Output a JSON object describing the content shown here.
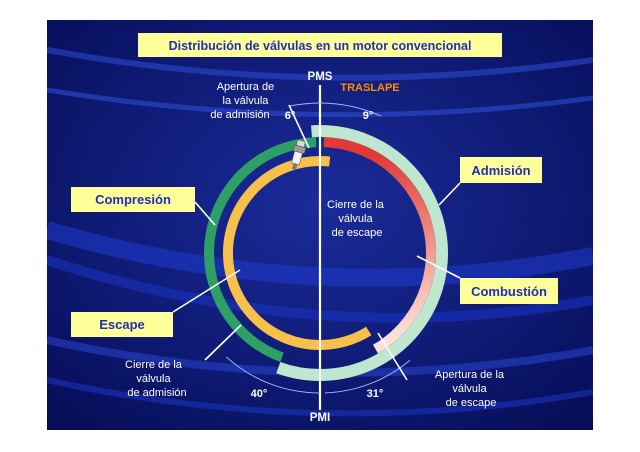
{
  "title": "Distribución de válvulas en un motor convencional",
  "top_marker": "PMS",
  "bottom_marker": "PMI",
  "overlap_label": "TRASLAPE",
  "angles": {
    "intake_open": "6°",
    "exhaust_close": "9°",
    "intake_close": "40°",
    "exhaust_open": "31°"
  },
  "phases": {
    "admission": "Admisión",
    "compression": "Compresión",
    "combustion": "Combustión",
    "exhaust": "Escape"
  },
  "annotations": {
    "intake_open": [
      "Apertura de",
      "la válvula",
      "de admisión"
    ],
    "exhaust_close": [
      "Cierre  de la",
      "válvula",
      "de  escape"
    ],
    "intake_close": [
      "Cierre de la",
      "válvula",
      "de admisión"
    ],
    "exhaust_open": [
      "Apertura  de la",
      "válvula",
      "de  escape"
    ]
  },
  "colors": {
    "background": "#0a1670",
    "label_box": "#ffff99",
    "label_text": "#1f2fb8",
    "title_text": "#1f2fb8",
    "overlap_text": "#ff8c00",
    "admission": "#bfe6cf",
    "compression": "#2fa065",
    "combustion": "#e8403a",
    "exhaust": "#f6c04a"
  }
}
